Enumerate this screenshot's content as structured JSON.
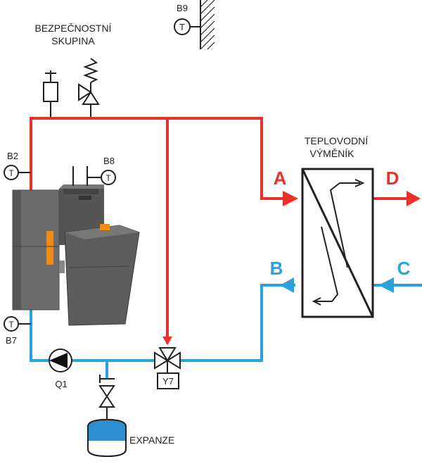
{
  "colors": {
    "hot": "#e8312a",
    "cold": "#2aa3dd",
    "line": "#222222",
    "boiler_body": "#6b6b6b",
    "boiler_dark": "#4a4a4a",
    "accent": "#f08a10",
    "expansion_water": "#2b8fd0"
  },
  "labels": {
    "safety_group": [
      "BEZPEČNOSTNÍ",
      "SKUPINA"
    ],
    "exchanger": [
      "TEPLOVODNÍ",
      "VÝMĚNÍK"
    ],
    "expansion": "EXPANZE",
    "pump": "Q1",
    "valve": "Y7",
    "port_a": "A",
    "port_b": "B",
    "port_c": "C",
    "port_d": "D"
  },
  "sensors": [
    {
      "id": "B9",
      "symbol": "T"
    },
    {
      "id": "B2",
      "symbol": "T"
    },
    {
      "id": "B8",
      "symbol": "T"
    },
    {
      "id": "B7",
      "symbol": "T"
    }
  ]
}
